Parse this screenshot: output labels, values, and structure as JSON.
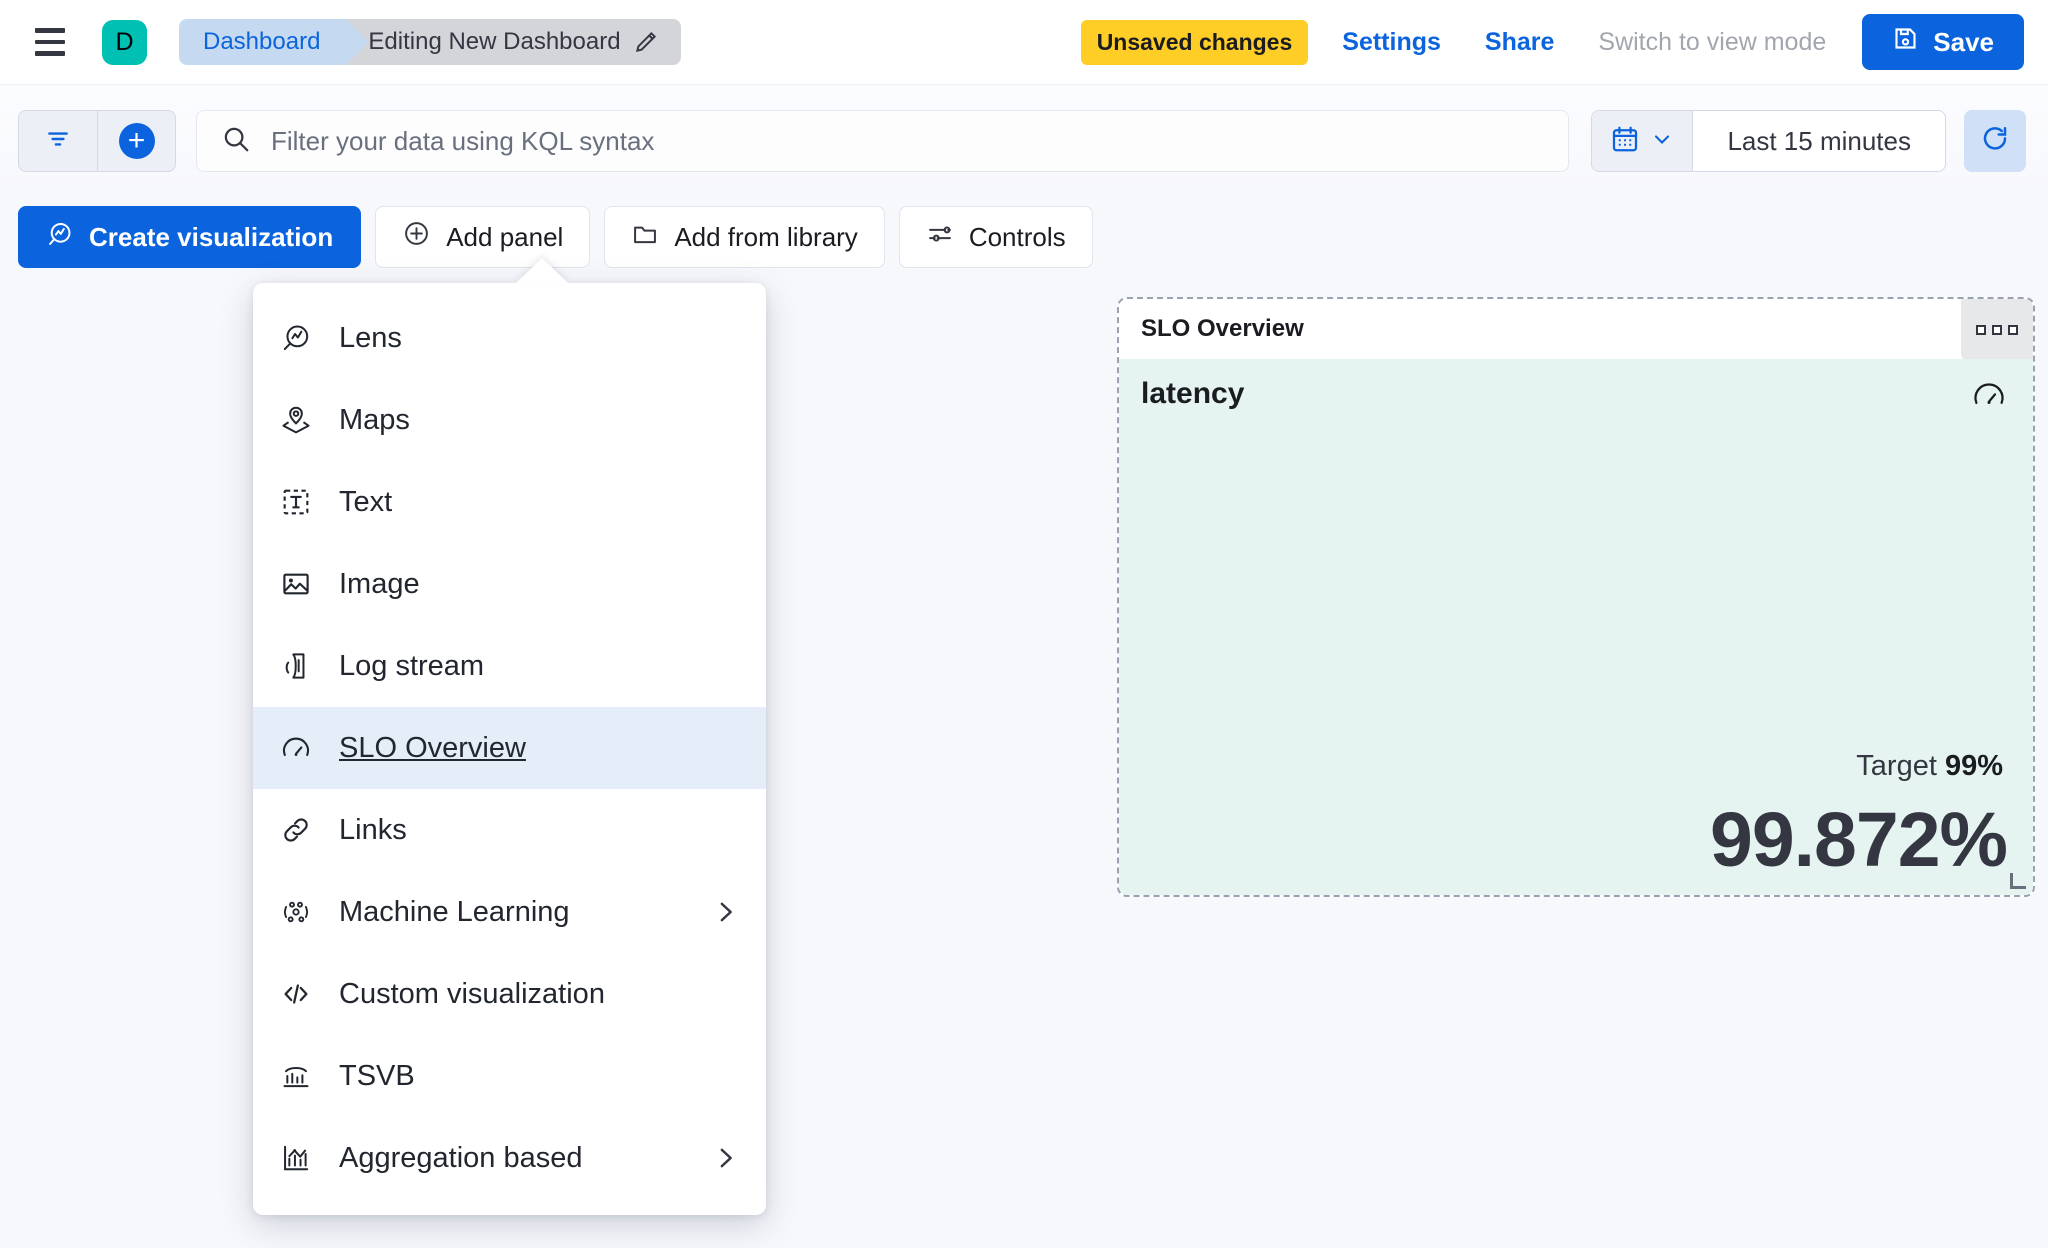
{
  "header": {
    "menu_icon": "hamburger-icon",
    "avatar_letter": "D",
    "breadcrumb_root": "Dashboard",
    "breadcrumb_current": "Editing New Dashboard",
    "edit_icon": "pencil-icon",
    "unsaved_badge": "Unsaved changes",
    "settings_label": "Settings",
    "share_label": "Share",
    "view_mode_label": "Switch to view mode",
    "save_label": "Save",
    "save_icon": "save-disk-icon"
  },
  "querybar": {
    "filter_icon": "filter-icon",
    "add_filter_icon": "plus-circle-icon",
    "search_icon": "search-icon",
    "kql_placeholder": "Filter your data using KQL syntax",
    "calendar_icon": "calendar-icon",
    "calendar_chevron": "chevron-down-icon",
    "time_range": "Last 15 minutes",
    "refresh_icon": "refresh-icon"
  },
  "toolbar": {
    "create_visualization": "Create visualization",
    "add_panel": "Add panel",
    "add_from_library": "Add from library",
    "controls": "Controls"
  },
  "add_panel_menu": {
    "items": [
      {
        "label": "Lens",
        "icon": "lens-icon",
        "submenu": false,
        "selected": false
      },
      {
        "label": "Maps",
        "icon": "maps-icon",
        "submenu": false,
        "selected": false
      },
      {
        "label": "Text",
        "icon": "text-icon",
        "submenu": false,
        "selected": false
      },
      {
        "label": "Image",
        "icon": "image-icon",
        "submenu": false,
        "selected": false
      },
      {
        "label": "Log stream",
        "icon": "log-stream-icon",
        "submenu": false,
        "selected": false
      },
      {
        "label": "SLO Overview",
        "icon": "gauge-icon",
        "submenu": false,
        "selected": true
      },
      {
        "label": "Links",
        "icon": "link-icon",
        "submenu": false,
        "selected": false
      },
      {
        "label": "Machine Learning",
        "icon": "machine-learning-icon",
        "submenu": true,
        "selected": false
      },
      {
        "label": "Custom visualization",
        "icon": "code-icon",
        "submenu": false,
        "selected": false
      },
      {
        "label": "TSVB",
        "icon": "tsvb-icon",
        "submenu": false,
        "selected": false
      },
      {
        "label": "Aggregation based",
        "icon": "aggregation-icon",
        "submenu": true,
        "selected": false
      }
    ]
  },
  "slo_panel": {
    "title": "SLO Overview",
    "kebab_icon": "panel-menu-icon",
    "metric_name": "latency",
    "gauge_icon": "gauge-icon",
    "target_label": "Target",
    "target_value": "99%",
    "value": "99.872%"
  },
  "colors": {
    "accent_blue": "#0B64DD",
    "avatar_teal": "#00BFB3",
    "unsaved_yellow": "#FFCE26",
    "panel_bg_green": "#E6F4F1",
    "menu_selected": "#E4EDF8"
  }
}
